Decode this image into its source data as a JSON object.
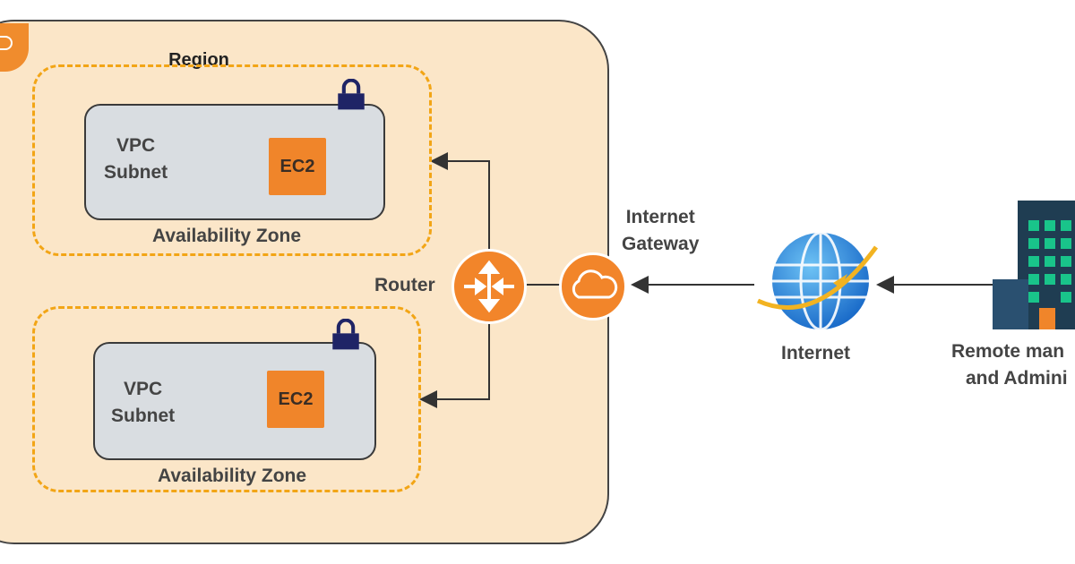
{
  "region": {
    "title": "Region"
  },
  "zones": [
    {
      "vpc_line1": "VPC",
      "vpc_line2": "Subnet",
      "instance": "EC2",
      "zone_label": "Availability Zone"
    },
    {
      "vpc_line1": "VPC",
      "vpc_line2": "Subnet",
      "instance": "EC2",
      "zone_label": "Availability Zone"
    }
  ],
  "router": {
    "label": "Router"
  },
  "gateway": {
    "line1": "Internet",
    "line2": "Gateway"
  },
  "internet": {
    "label": "Internet"
  },
  "remote": {
    "line1": "Remote man",
    "line2": "and Admini"
  },
  "colors": {
    "orange": "#f2852a",
    "dashed": "#f2a516",
    "region_fill": "#fbe6c8",
    "subnet_fill": "#d9dde1",
    "lock": "#1f2466",
    "building": "#1f3d52",
    "windows": "#19c48a"
  }
}
